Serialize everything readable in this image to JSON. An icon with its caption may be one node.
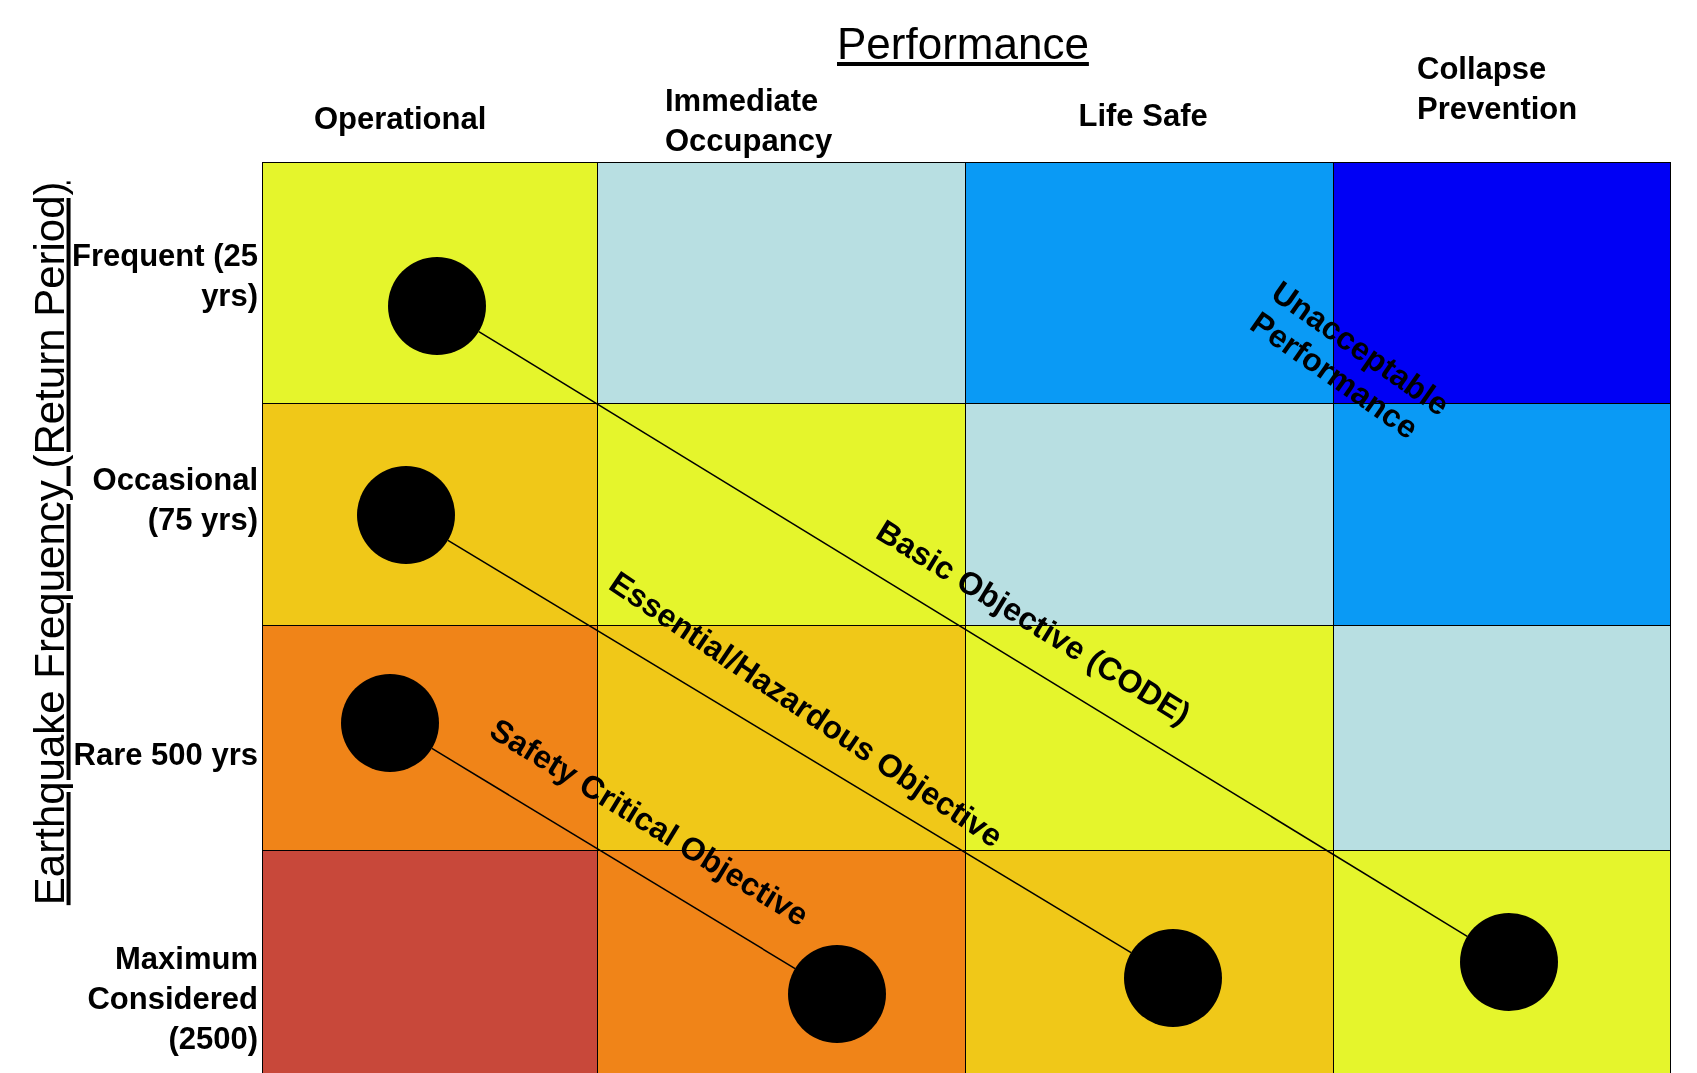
{
  "diagram": {
    "nodes": [
      {
        "text": [],
        "shape": "circle"
      },
      {
        "text": [],
        "shape": "circle"
      },
      {
        "text": [],
        "shape": "circle"
      },
      {
        "text": [],
        "shape": "circle"
      },
      {
        "text": [],
        "shape": "circle"
      },
      {
        "text": [],
        "shape": "circle"
      }
    ],
    "edges": [
      {
        "from": 0,
        "to": 5,
        "arrow": "none",
        "label": "Basic Objective (CODE)"
      },
      {
        "from": 1,
        "to": 4,
        "arrow": "none",
        "label": "Essential/Hazardous Objective"
      },
      {
        "from": 2,
        "to": 3,
        "arrow": "none",
        "label": "Safety Critical Objective"
      }
    ],
    "labels": [
      "Performance",
      "Operational",
      "Immediate Occupancy",
      "Life Safe",
      "Collapse Prevention",
      "Earthquake Frequency (Return Period)",
      "Frequent (25 yrs)",
      "Occasional (75 yrs)",
      "Rare 500 yrs",
      "Maximum Considered (2500)",
      "Unacceptable Performance"
    ]
  }
}
